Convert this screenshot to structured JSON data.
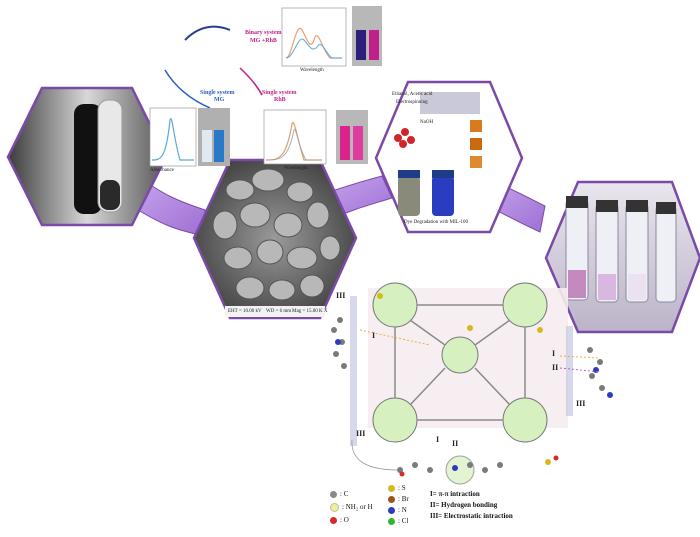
{
  "top_scheme": {
    "binary_label": "Binary system",
    "binary_dyes": "MG +RhB",
    "single_mg_label": "Single system",
    "single_mg_dye": "MG",
    "single_rhb_label": "Single system",
    "single_rhb_dye": "RhB",
    "xaxis_label": "Wavelength",
    "yaxis_label": "Absorbance"
  },
  "fiber_panel": {
    "label_top": "Ethanol, Acetic acid",
    "label_electrospinning": "Electrospinning",
    "label_naoh": "NaOH",
    "label_dye_degradation": "Dye Degradation with MIL-100"
  },
  "sem": {
    "footer_left": "EHT = 10.00 kV",
    "footer_mid": "WD = 6 mm",
    "footer_right": "Mag = 15.00 K X"
  },
  "structure_labels": {
    "I": "I",
    "II": "II",
    "III": "III"
  },
  "legend": {
    "atoms": [
      {
        "symbol": ": C",
        "color": "#8a8a8a"
      },
      {
        "symbol": ": NH₂ or H",
        "color": "#f2f28a"
      },
      {
        "symbol": ": O",
        "color": "#d42a2a"
      },
      {
        "symbol": ": S",
        "color": "#d8b820"
      },
      {
        "symbol": ": Br",
        "color": "#a0521e"
      },
      {
        "symbol": ": N",
        "color": "#2c3cbf"
      },
      {
        "symbol": ": Cl",
        "color": "#2fb82f"
      }
    ],
    "interactions": [
      "I= π-π intraction",
      "II= Hydrogen bonding",
      "III= Electrostatic intraction"
    ]
  },
  "colors": {
    "hexagon_border": "#7b4aa8",
    "connector": "#b58ee0",
    "mg_blue": "#2a5fbf",
    "rhb_pink": "#c0208a"
  }
}
